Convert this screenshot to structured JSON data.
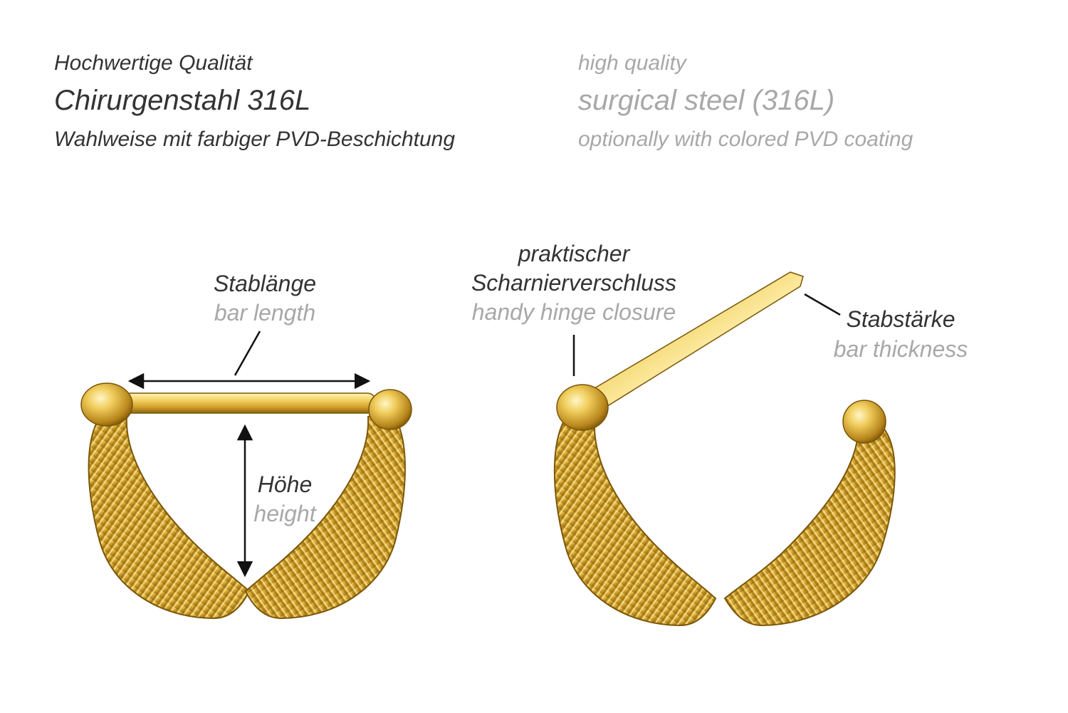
{
  "header": {
    "de": {
      "quality": "Hochwertige Qualität",
      "material": "Chirurgenstahl 316L",
      "coating": "Wahlweise mit farbiger PVD-Beschichtung"
    },
    "en": {
      "quality": "high quality",
      "material": "surgical steel (316L)",
      "coating": "optionally with colored PVD coating"
    }
  },
  "labels": {
    "bar_length": {
      "de": "Stablänge",
      "en": "bar length"
    },
    "height": {
      "de": "Höhe",
      "en": "height"
    },
    "hinge": {
      "de_line1": "praktischer",
      "de_line2": "Scharnierverschluss",
      "en": "handy hinge closure"
    },
    "bar_thickness": {
      "de": "Stabstärke",
      "en": "bar thickness"
    }
  },
  "colors": {
    "gold_light": "#f7dc7a",
    "gold_mid": "#d9a928",
    "gold_dark": "#8a6410",
    "text_dark": "#333333",
    "text_light": "#a8a8a8"
  },
  "icons": [
    "winged-clicker-closed-icon",
    "winged-clicker-open-icon"
  ]
}
